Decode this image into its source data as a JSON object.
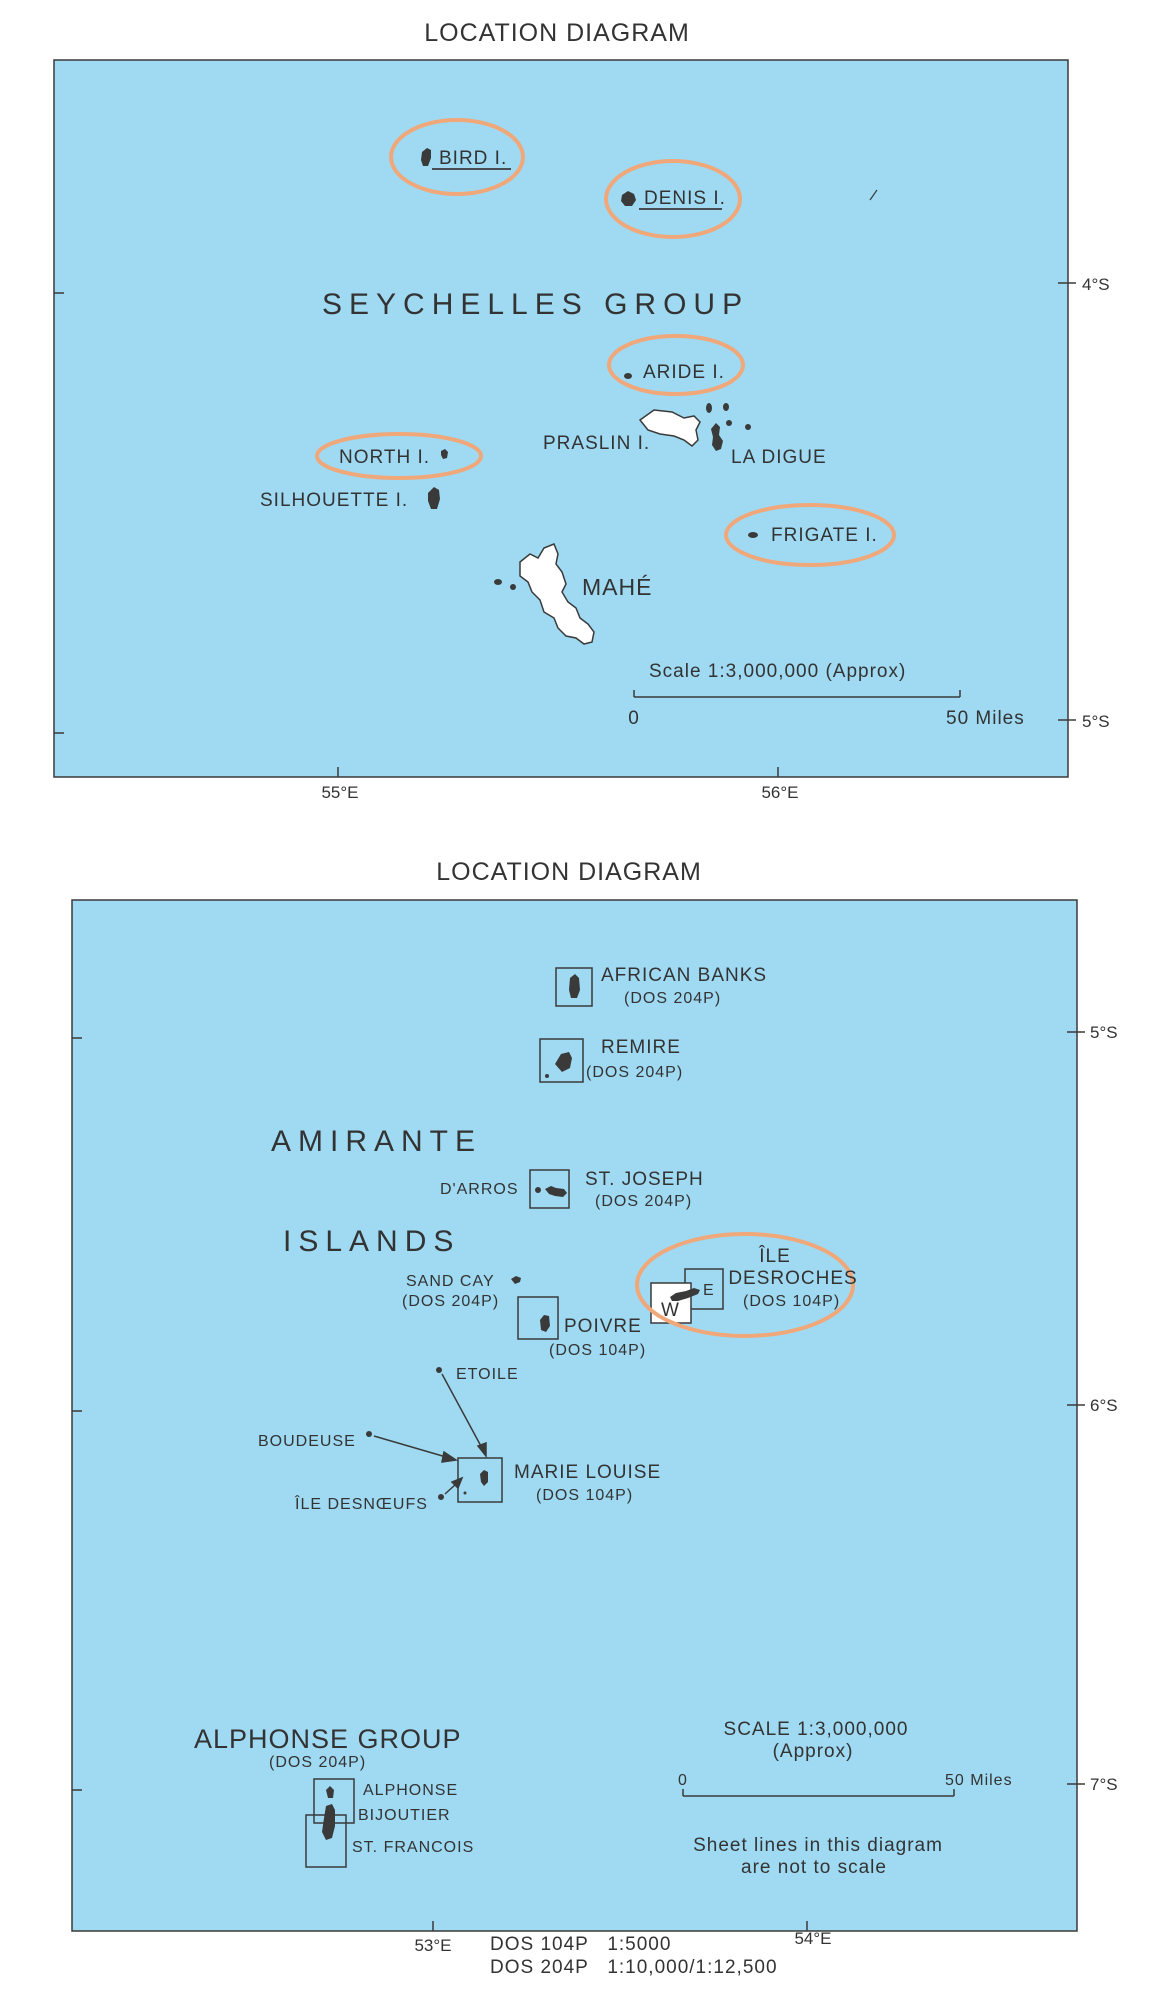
{
  "map1": {
    "title": "LOCATION DIAGRAM",
    "group_label": "SEYCHELLES GROUP",
    "islands": {
      "bird": "BIRD I.",
      "denis": "DENIS I.",
      "aride": "ARIDE I.",
      "north": "NORTH I.",
      "praslin": "PRASLIN I.",
      "la_digue": "LA DIGUE",
      "silhouette": "SILHOUETTE I.",
      "frigate": "FRIGATE I.",
      "mahe": "MAHÉ"
    },
    "scale": {
      "label": "Scale 1:3,000,000 (Approx)",
      "start": "0",
      "end": "50 Miles"
    },
    "lat_labels": [
      "4°S",
      "5°S"
    ],
    "lon_labels": [
      "55°E",
      "56°E"
    ]
  },
  "map2": {
    "title": "LOCATION DIAGRAM",
    "group_amirante": "AMIRANTE",
    "group_islands": "ISLANDS",
    "islands": {
      "african_banks": "AFRICAN BANKS",
      "african_banks_sheet": "(DOS 204P)",
      "remire": "REMIRE",
      "remire_sheet": "(DOS 204P)",
      "darros": "D'ARROS",
      "st_joseph": "ST. JOSEPH",
      "st_joseph_sheet": "(DOS 204P)",
      "sand_cay": "SAND CAY",
      "sand_cay_sheet": "(DOS 204P)",
      "poivre": "POIVRE",
      "poivre_sheet": "(DOS 104P)",
      "ile_desroches_1": "ÎLE",
      "ile_desroches_2": "DESROCHES",
      "ile_desroches_sheet": "(DOS 104P)",
      "box_w": "W",
      "box_e": "E",
      "etoile": "ETOILE",
      "boudeuse": "BOUDEUSE",
      "ile_desnoeufs": "ÎLE DESNŒUFS",
      "marie_louise": "MARIE LOUISE",
      "marie_louise_sheet": "(DOS 104P)",
      "alphonse_group": "ALPHONSE GROUP",
      "alphonse_group_sheet": "(DOS 204P)",
      "alphonse": "ALPHONSE",
      "bijoutier": "BIJOUTIER",
      "st_francois": "ST. FRANCOIS"
    },
    "scale": {
      "label1": "SCALE 1:3,000,000",
      "label2": "(Approx)",
      "start": "0",
      "end": "50 Miles"
    },
    "note1": "Sheet lines in this diagram",
    "note2": "are not to scale",
    "lat_labels": [
      "5°S",
      "6°S",
      "7°S"
    ],
    "lon_labels": [
      "53°E",
      "54°E"
    ],
    "footer1": "DOS 104P   1:5000",
    "footer2": "DOS 204P   1:10,000/1:12,500"
  },
  "colors": {
    "sea": "#9fdaf2",
    "land": "#3a3a3a",
    "highlight": "#f0a77a",
    "inset_land": "#ffffff"
  }
}
